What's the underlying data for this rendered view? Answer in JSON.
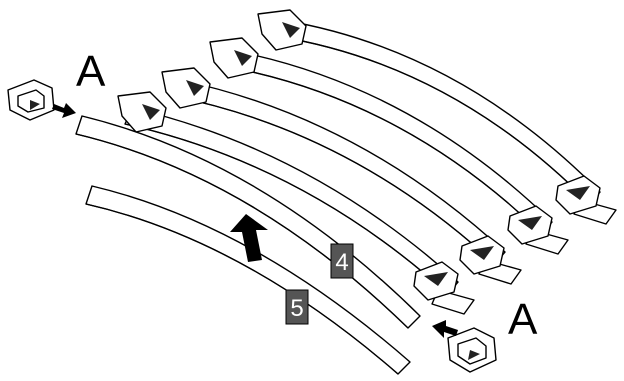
{
  "labels": {
    "top_left_letter": "A",
    "bottom_right_letter": "A",
    "slat_number_front": "5",
    "slat_number_second": "4"
  },
  "colors": {
    "line": "#000000",
    "number_badge": "#555555",
    "background": "#ffffff"
  },
  "icons": {
    "insert_arrow": "small-right-arrow-icon",
    "lift_arrow": "bold-up-arrow-icon",
    "cap": "slat-end-cap-icon"
  }
}
